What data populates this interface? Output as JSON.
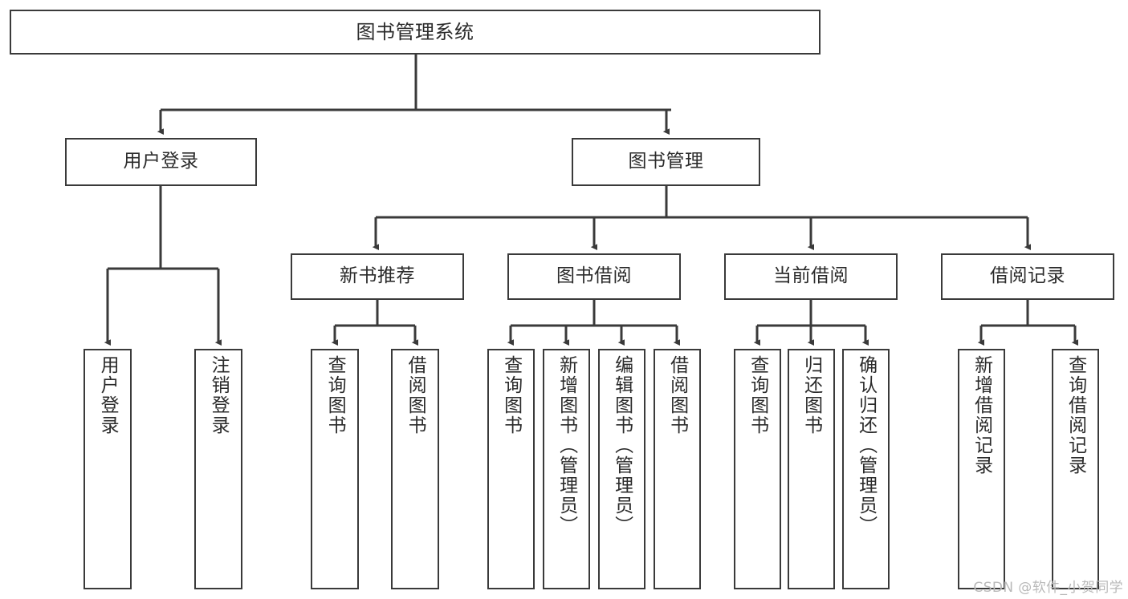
{
  "diagram": {
    "title": "图书管理系统",
    "watermark": "CSDN @软件_小贺同学",
    "type": "tree-hierarchy-diagram",
    "colors": {
      "box_border": "#3a3a3a",
      "box_fill": "#ffffff",
      "edge": "#3a3a3a",
      "text": "#2b2b2b",
      "watermark": "#b9b9b9",
      "background": "#ffffff"
    },
    "nodes": {
      "root": {
        "label": "图书管理系统"
      },
      "level2": [
        {
          "label": "用户登录"
        },
        {
          "label": "图书管理"
        }
      ],
      "level3": [
        {
          "label": "新书推荐"
        },
        {
          "label": "图书借阅"
        },
        {
          "label": "当前借阅"
        },
        {
          "label": "借阅记录"
        }
      ],
      "leaves_user_login": [
        {
          "label": "用户登录"
        },
        {
          "label": "注销登录"
        }
      ],
      "leaves_new_book": [
        {
          "label": "查询图书"
        },
        {
          "label": "借阅图书"
        }
      ],
      "leaves_borrow": [
        {
          "label": "查询图书"
        },
        {
          "label": "新增图书（管理员）"
        },
        {
          "label": "编辑图书（管理员）"
        },
        {
          "label": "借阅图书"
        }
      ],
      "leaves_current": [
        {
          "label": "查询图书"
        },
        {
          "label": "归还图书"
        },
        {
          "label": "确认归还（管理员）"
        }
      ],
      "leaves_records": [
        {
          "label": "新增借阅记录"
        },
        {
          "label": "查询借阅记录"
        }
      ]
    }
  }
}
